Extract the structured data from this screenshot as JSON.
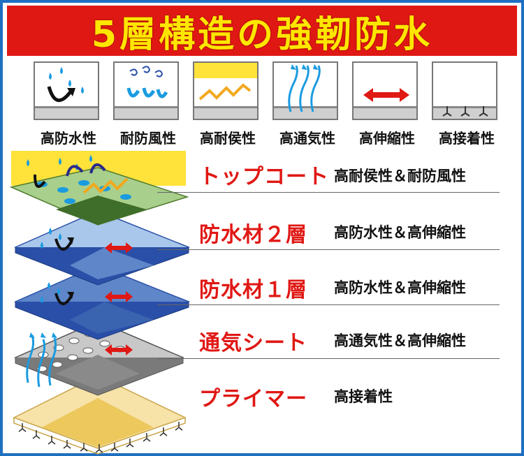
{
  "title": "5層構造の強靭防水",
  "legend": [
    {
      "label": "高防水性",
      "icon": "water-drop-splash-icon"
    },
    {
      "label": "耐防風性",
      "icon": "wind-swirl-icon"
    },
    {
      "label": "高耐侯性",
      "icon": "zigzag-heat-icon"
    },
    {
      "label": "高通気性",
      "icon": "airflow-arrows-icon"
    },
    {
      "label": "高伸縮性",
      "icon": "stretch-arrows-icon"
    },
    {
      "label": "高接着性",
      "icon": "anchor-bond-icon"
    }
  ],
  "layers": [
    {
      "name": "トップコート",
      "desc": "高耐侯性＆耐防風性",
      "color": "#a8cf8b"
    },
    {
      "name": "防水材２層",
      "desc": "高防水性＆高伸縮性",
      "color": "#a9c7ea"
    },
    {
      "name": "防水材１層",
      "desc": "高防水性＆高伸縮性",
      "color": "#5e86c8"
    },
    {
      "name": "通気シート",
      "desc": "高通気性＆高伸縮性",
      "color": "#c8c8c8"
    },
    {
      "name": "プライマー",
      "desc": "高接着性",
      "color": "#f7e2a8"
    }
  ],
  "colors": {
    "border": "#1f6fc0",
    "banner": "#e01814",
    "title": "#ffe600",
    "layer_name": "#e01814",
    "water": "#1a9be0",
    "arrow": "#e01814",
    "heat": "#f2a81d"
  }
}
